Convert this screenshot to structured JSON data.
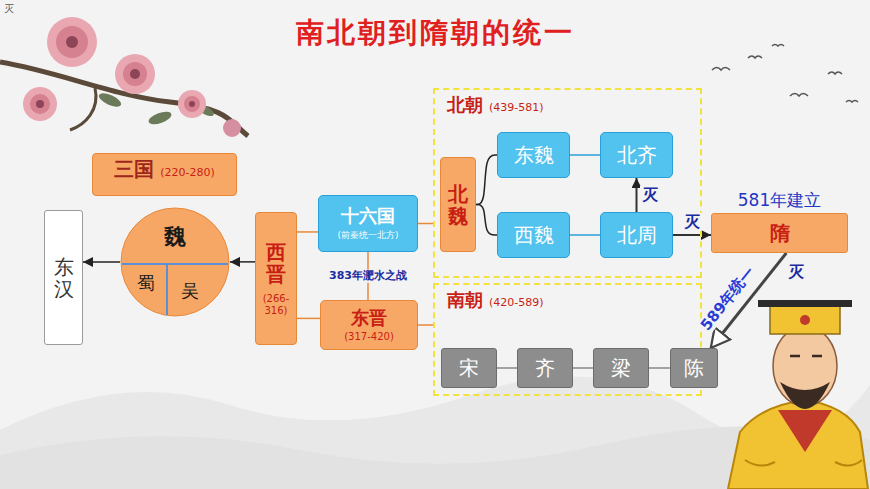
{
  "diagram": {
    "title": "南北朝到隋朝的统一",
    "nodes": [
      {
        "text": [
          "三国",
          "(220-280)"
        ]
      },
      {
        "text": [
          "魏",
          "蜀",
          "吴"
        ]
      },
      {
        "text": [
          "东汉"
        ]
      },
      {
        "text": [
          "西晋",
          "(266-316)"
        ]
      },
      {
        "text": [
          "十六国",
          "(前秦统一北方)"
        ]
      },
      {
        "text": [
          "东晋",
          "(317-420)"
        ]
      },
      {
        "text": [
          "北朝",
          "(439-581)"
        ]
      },
      {
        "text": [
          "北魏"
        ],
        "in": 6
      },
      {
        "text": [
          "东魏"
        ],
        "in": 6
      },
      {
        "text": [
          "西魏"
        ],
        "in": 6
      },
      {
        "text": [
          "北齐"
        ],
        "in": 6
      },
      {
        "text": [
          "北周"
        ],
        "in": 6
      },
      {
        "text": [
          "581年建立",
          "隋"
        ]
      },
      {
        "text": [
          "南朝",
          "(420-589)"
        ]
      },
      {
        "text": [
          "宋"
        ],
        "in": 13
      },
      {
        "text": [
          "齐"
        ],
        "in": 13
      },
      {
        "text": [
          "梁"
        ],
        "in": 13
      },
      {
        "text": [
          "陈"
        ],
        "in": 13
      }
    ],
    "edges": [
      {
        "from": 1,
        "to": 2,
        "arrow": "to"
      },
      {
        "from": 3,
        "to": 1,
        "arrow": "to"
      },
      {
        "from": 3,
        "to": 4,
        "arrow": "none"
      },
      {
        "from": 3,
        "to": 5,
        "arrow": "none"
      },
      {
        "from": 4,
        "to": 5,
        "label": "383年淝水之战",
        "arrow": "none"
      },
      {
        "from": 4,
        "to": 6,
        "arrow": "none"
      },
      {
        "from": 5,
        "to": 13,
        "arrow": "none"
      },
      {
        "from": 7,
        "to": 8,
        "arrow": "none"
      },
      {
        "from": 7,
        "to": 9,
        "arrow": "none"
      },
      {
        "from": 8,
        "to": 10,
        "arrow": "none"
      },
      {
        "from": 9,
        "to": 11,
        "arrow": "none"
      },
      {
        "from": 11,
        "to": 10,
        "label": "灭",
        "arrow": "to"
      },
      {
        "from": 11,
        "to": 12,
        "label": "灭",
        "arrow": "to"
      },
      {
        "from": 12,
        "to": 17,
        "label": "589年统一",
        "arrow": "to"
      },
      {
        "from": 14,
        "to": 15,
        "arrow": "none"
      },
      {
        "from": 15,
        "to": 16,
        "arrow": "none"
      },
      {
        "from": 16,
        "to": 17,
        "arrow": "none"
      }
    ],
    "labels": [
      "灭",
      "灭"
    ]
  }
}
